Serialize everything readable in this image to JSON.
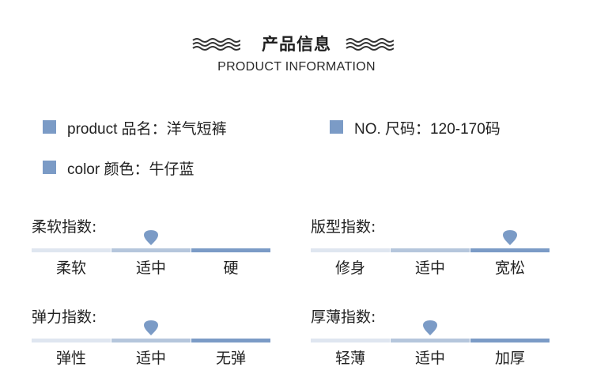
{
  "header": {
    "title": "产品信息",
    "subtitle": "PRODUCT INFORMATION"
  },
  "colors": {
    "accent": "#7b9bc6",
    "bar_light": "#dfe6f0",
    "bar_mid": "#b5c6dc",
    "bar_dark": "#7b9bc6",
    "marker": "#7b9bc6"
  },
  "info": {
    "product": "product  品名：洋气短裤",
    "size": "NO. 尺码：120-170码",
    "color": "color  颜色：牛仔蓝"
  },
  "scales": [
    {
      "label": "柔软指数:",
      "options": [
        "柔软",
        "适中",
        "硬"
      ],
      "selected_index": 1
    },
    {
      "label": "版型指数:",
      "options": [
        "修身",
        "适中",
        "宽松"
      ],
      "selected_index": 2
    },
    {
      "label": "弹力指数:",
      "options": [
        "弹性",
        "适中",
        "无弹"
      ],
      "selected_index": 1
    },
    {
      "label": "厚薄指数:",
      "options": [
        "轻薄",
        "适中",
        "加厚"
      ],
      "selected_index": 1
    }
  ]
}
